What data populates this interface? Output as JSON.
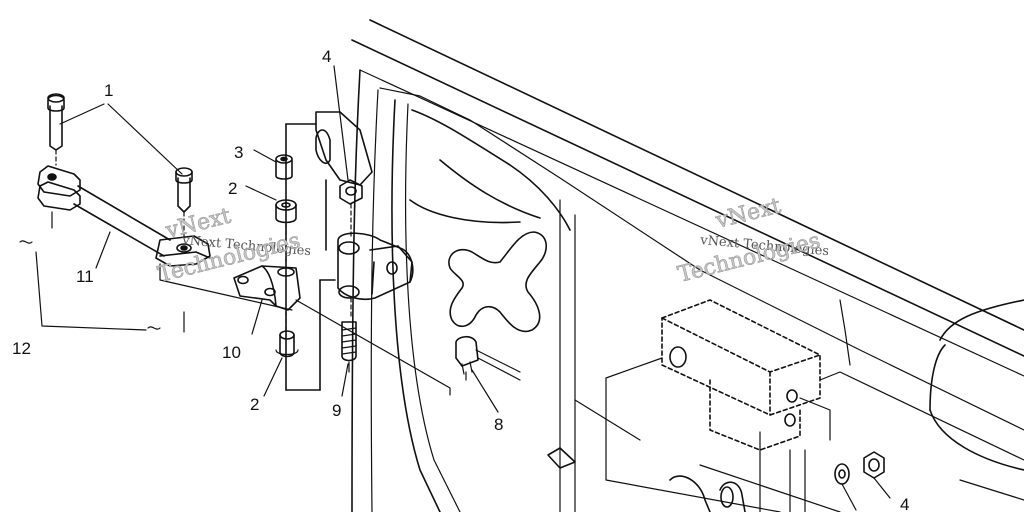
{
  "callouts": {
    "c1": "1",
    "c2a": "2",
    "c2b": "2",
    "c3": "3",
    "c4a": "4",
    "c4b": "4",
    "c8": "8",
    "c9": "9",
    "c10": "10",
    "c11": "11",
    "c12": "12"
  },
  "watermarks": {
    "left_top": "vNext",
    "left_mid": "vNext Technologies",
    "left_bottom": "Technologies",
    "right_top": "vNext",
    "right_mid": "vNext Technologies",
    "right_bottom": "Technologies"
  }
}
